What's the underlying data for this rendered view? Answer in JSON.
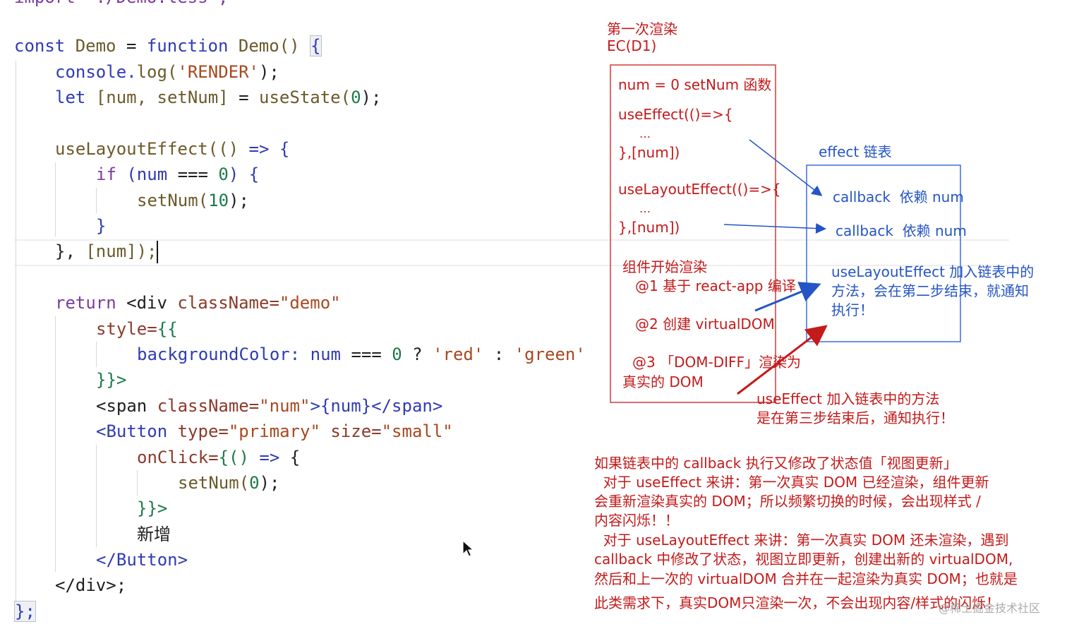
{
  "code": {
    "top_partial": "import './Demo.less';",
    "line1": {
      "a": "const",
      "b": "Demo",
      "c": "=",
      "d": "function",
      "e": "Demo()",
      "f": "{"
    },
    "line2": {
      "a": "console.",
      "b": "log(",
      "c": "'RENDER'",
      "d": ");"
    },
    "line3": {
      "a": "let",
      "b": "[num, setNum]",
      "c": "=",
      "d": "useState(",
      "e": "0",
      "f": ");"
    },
    "line4": {
      "a": "useLayoutEffect(()",
      "b": "=>",
      "c": "{"
    },
    "line5": {
      "a": "if",
      "b": "(num",
      "c": "===",
      "d": "0",
      "e": ")",
      "f": "{"
    },
    "line6": {
      "a": "setNum(",
      "b": "10",
      "c": ");"
    },
    "line7": "}",
    "line8": {
      "a": "},",
      "b": "[num]);"
    },
    "line9": {
      "a": "return",
      "b": "<div",
      "c": "className=",
      "d": "\"demo\""
    },
    "line10": {
      "a": "style=",
      "b": "{{"
    },
    "line11": {
      "a": "backgroundColor:",
      "b": "num",
      "c": "===",
      "d": "0",
      "e": "?",
      "f": "'red'",
      "g": ":",
      "h": "'green'"
    },
    "line12": "}}>",
    "line13": {
      "a": "<span",
      "b": "className=",
      "c": "\"num\"",
      "d": ">{num}</span>"
    },
    "line14": {
      "a": "<Button",
      "b": "type=",
      "c": "\"primary\"",
      "d": "size=",
      "e": "\"small\""
    },
    "line15": {
      "a": "onClick=",
      "b": "{()",
      "c": "=>",
      "d": "{"
    },
    "line16": {
      "a": "setNum(",
      "b": "0",
      "c": ");"
    },
    "line17": "}}>",
    "line18": "新增",
    "line19": "</Button>",
    "line20": "</div>;",
    "line21": "};"
  },
  "notes": {
    "title1": "第一次渲染",
    "title2": "EC(D1)",
    "box_line1": "num = 0 setNum 函数",
    "box_line2": "useEffect(()=>{",
    "box_line3": "…",
    "box_line4": "},[num])",
    "box_line5": "useLayoutEffect(()=>{",
    "box_line6": "…",
    "box_line7": "},[num])",
    "render1": "组件开始渲染",
    "render2": "@1 基于 react-app 编译",
    "render3": "@2 创建 virtualDOM",
    "render4": "@3 「DOM-DIFF」渲染为",
    "render5": "真实的 DOM",
    "effect_title": "effect 链表",
    "effect_cb1": "callback  依赖 num",
    "effect_cb2": "callback  依赖 num",
    "layout_note1": "useLayoutEffect 加入链表中的",
    "layout_note2": "方法，会在第二步结束，就通知",
    "layout_note3": "执行！",
    "effect_note1": "useEffect 加入链表中的方法",
    "effect_note2": "是在第三步结束后，通知执行！",
    "para1": "如果链表中的 callback 执行又修改了状态值「视图更新」",
    "para2": "  对于 useEffect 来讲：第一次真实 DOM 已经渲染，组件更新",
    "para3": "会重新渲染真实的 DOM；所以频繁切换的时候，会出现样式 /",
    "para4": "内容闪烁！！",
    "para5": "  对于 useLayoutEffect 来讲：第一次真实 DOM 还未渲染，遇到",
    "para6": "callback 中修改了状态，视图立即更新，创建出新的 virtualDOM,",
    "para7": "然后和上一次的 virtualDOM 合并在一起渲染为真实 DOM；也就是",
    "para8": "此类需求下，真实DOM只渲染一次，不会出现内容/样式的闪烁！"
  },
  "watermark": "@稀土掘金技术社区",
  "colors": {
    "annotation_red": "#c41a1a",
    "annotation_blue": "#2555c5",
    "keyword": "#2f3bb3"
  }
}
